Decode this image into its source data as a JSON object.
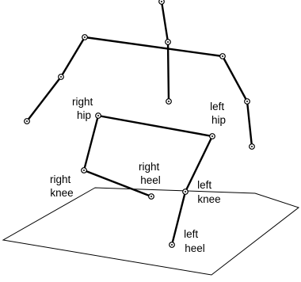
{
  "labels": {
    "right_hip": [
      "right",
      "hip"
    ],
    "left_hip": [
      "left",
      "hip"
    ],
    "right_knee": [
      "right",
      "knee"
    ],
    "right_heel": [
      "right",
      "heel"
    ],
    "left_knee": [
      "left",
      "knee"
    ],
    "left_heel": [
      "left",
      "heel"
    ]
  },
  "colors": {
    "stroke": "#000000",
    "background": "#ffffff"
  }
}
